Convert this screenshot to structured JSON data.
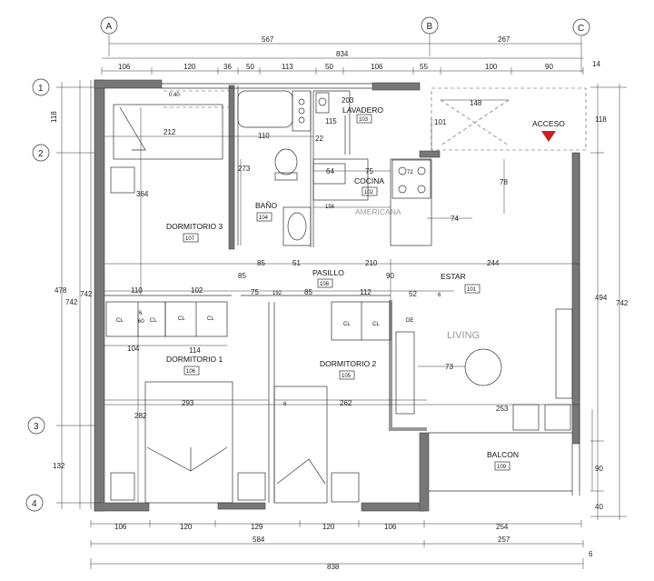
{
  "grid_labels": {
    "columns": [
      "A",
      "B",
      "C"
    ],
    "rows": [
      "1",
      "2",
      "3",
      "4"
    ]
  },
  "top_dimensions": {
    "row1": [
      "567",
      "267"
    ],
    "row2": [
      "834"
    ],
    "row3": [
      "106",
      "120",
      "36",
      "50",
      "113",
      "50",
      "106",
      "55",
      "100",
      "90"
    ],
    "end": "14"
  },
  "bottom_dimensions": {
    "row1": [
      "106",
      "120",
      "129",
      "120",
      "106",
      "254"
    ],
    "row2": [
      "584",
      "257",
      "6"
    ],
    "row3": [
      "838"
    ]
  },
  "left_dimensions": {
    "segments": [
      "118",
      "478",
      "132"
    ],
    "outer1": "742",
    "outer2": "742"
  },
  "right_dimensions": {
    "segments": [
      "118",
      "494",
      "90",
      "40"
    ],
    "outer": "742"
  },
  "rooms": [
    {
      "name": "LAVADERO",
      "number": "103"
    },
    {
      "name": "COCINA",
      "number": "102"
    },
    {
      "name": "AMERICANA",
      "number": ""
    },
    {
      "name": "BAÑO",
      "number": "104"
    },
    {
      "name": "DORMITORIO 3",
      "number": "107"
    },
    {
      "name": "PASILLO",
      "number": "108"
    },
    {
      "name": "ESTAR",
      "number": "101"
    },
    {
      "name": "LIVING",
      "number": ""
    },
    {
      "name": "DORMITORIO 1",
      "number": "106"
    },
    {
      "name": "DORMITORIO 2",
      "number": "105"
    },
    {
      "name": "BALCON",
      "number": "109"
    }
  ],
  "access_label": "ACCESO",
  "closet_label": "CL",
  "de_label": "DE",
  "interior_dimensions": [
    "0.40",
    "212",
    "110",
    "22",
    "273",
    "364",
    "203",
    "115",
    "101",
    "148",
    "64",
    "75",
    "72",
    "78",
    "156",
    "74",
    "85",
    "51",
    "210",
    "244",
    "85",
    "90",
    "110",
    "102",
    "75",
    "192",
    "85",
    "112",
    "52",
    "6",
    "6",
    "60",
    "104",
    "114",
    "73",
    "293",
    "6",
    "262",
    "253",
    "282",
    "90"
  ],
  "colors": {
    "wall": "#777777",
    "line": "#333333",
    "access_marker": "#cc1f1f",
    "americana_text": "#9a9a9a"
  }
}
